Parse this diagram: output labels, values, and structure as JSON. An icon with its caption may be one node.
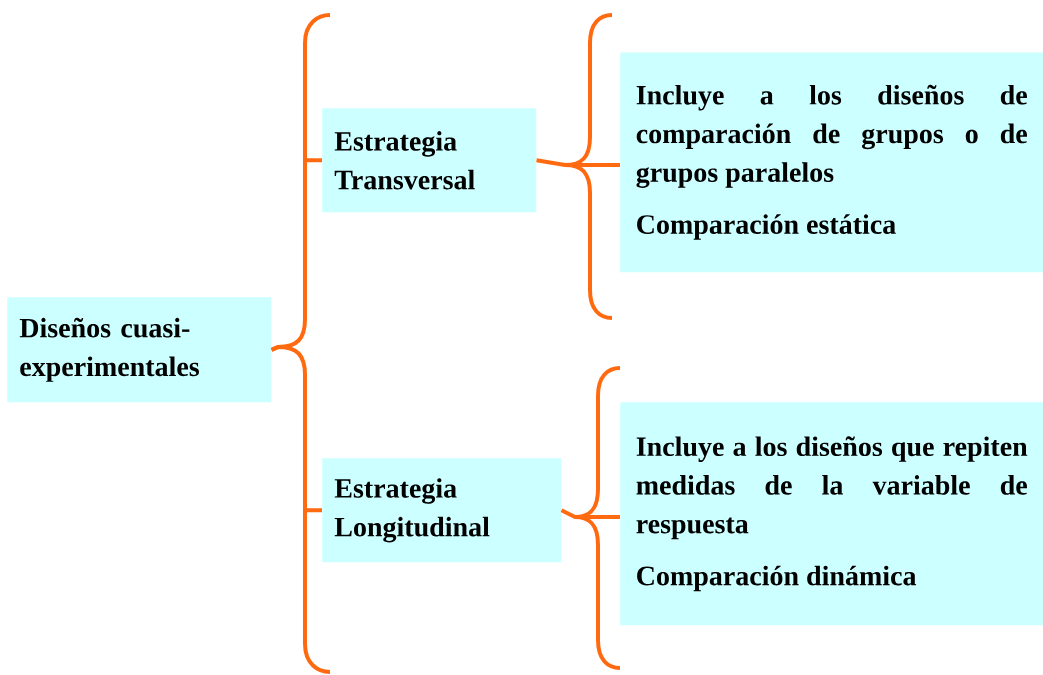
{
  "diagram": {
    "nodes": [
      {
        "text": [
          "Diseños cuasi-experimentales"
        ]
      },
      {
        "text": [
          "Estrategia Transversal"
        ]
      },
      {
        "text": [
          "Incluye a los diseños de comparación de grupos o de grupos paralelos",
          "Comparación estática"
        ]
      },
      {
        "text": [
          "Estrategia Longitudinal"
        ]
      },
      {
        "text": [
          "Incluye a los diseños que repiten medidas de la variable de respuesta",
          "Comparación dinámica"
        ]
      }
    ],
    "edges": [
      {
        "from": 0,
        "to": 1,
        "arrow": "none"
      },
      {
        "from": 0,
        "to": 3,
        "arrow": "none"
      },
      {
        "from": 1,
        "to": 2,
        "arrow": "none"
      },
      {
        "from": 3,
        "to": 4,
        "arrow": "none"
      }
    ]
  }
}
